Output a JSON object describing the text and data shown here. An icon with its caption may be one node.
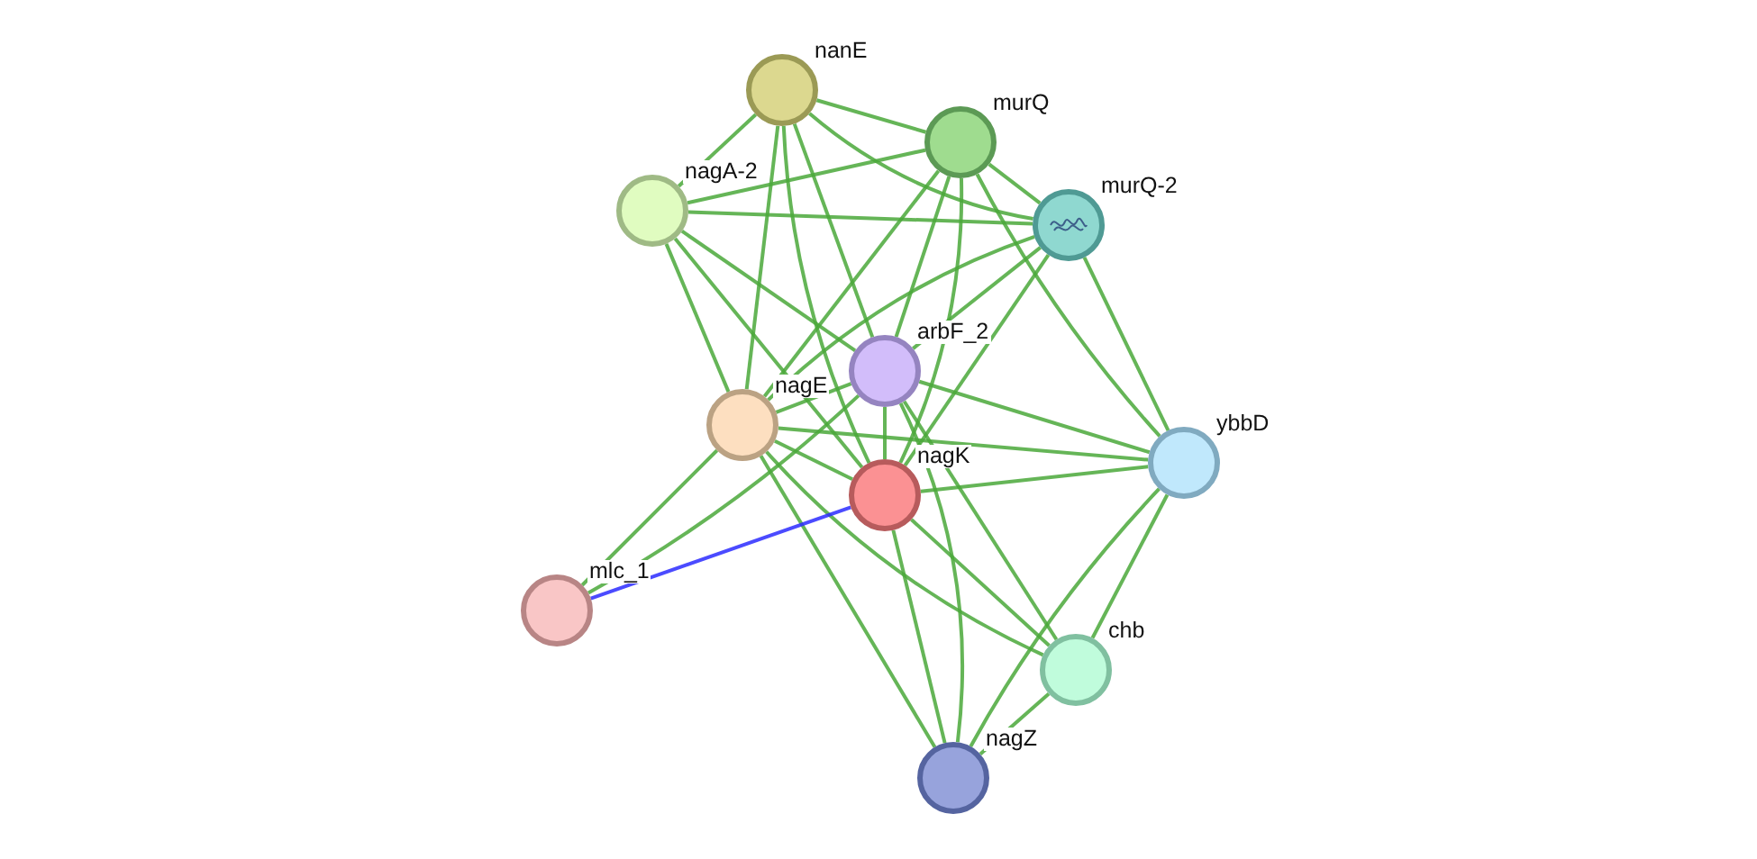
{
  "diagram": {
    "nodes": [
      {
        "text": [],
        "shape": "circle",
        "beside": [
          "nanE"
        ]
      },
      {
        "text": [],
        "shape": "circle",
        "beside": [
          "murQ"
        ]
      },
      {
        "text": [],
        "shape": "circle",
        "beside": [
          "nagA-2"
        ]
      },
      {
        "text": [],
        "shape": "circle",
        "beside": [
          "murQ-2"
        ]
      },
      {
        "text": [],
        "shape": "circle",
        "beside": [
          "arbF_2"
        ]
      },
      {
        "text": [],
        "shape": "circle",
        "beside": [
          "nagE"
        ]
      },
      {
        "text": [],
        "shape": "circle",
        "beside": [
          "nagK"
        ]
      },
      {
        "text": [],
        "shape": "circle",
        "beside": [
          "ybbD"
        ]
      },
      {
        "text": [],
        "shape": "circle",
        "beside": [
          "mlc_1"
        ]
      },
      {
        "text": [],
        "shape": "circle",
        "beside": [
          "chb"
        ]
      },
      {
        "text": [],
        "shape": "circle",
        "beside": [
          "nagZ"
        ]
      }
    ],
    "edges": [
      {
        "from": 0,
        "to": 1,
        "arrow": "none"
      },
      {
        "from": 0,
        "to": 2,
        "arrow": "none"
      },
      {
        "from": 0,
        "to": 3,
        "arrow": "none"
      },
      {
        "from": 0,
        "to": 4,
        "arrow": "none"
      },
      {
        "from": 0,
        "to": 5,
        "arrow": "none"
      },
      {
        "from": 0,
        "to": 6,
        "arrow": "none"
      },
      {
        "from": 1,
        "to": 2,
        "arrow": "none"
      },
      {
        "from": 1,
        "to": 3,
        "arrow": "none"
      },
      {
        "from": 1,
        "to": 4,
        "arrow": "none"
      },
      {
        "from": 1,
        "to": 5,
        "arrow": "none"
      },
      {
        "from": 1,
        "to": 6,
        "arrow": "none"
      },
      {
        "from": 1,
        "to": 7,
        "arrow": "none"
      },
      {
        "from": 2,
        "to": 3,
        "arrow": "none"
      },
      {
        "from": 2,
        "to": 4,
        "arrow": "none"
      },
      {
        "from": 2,
        "to": 5,
        "arrow": "none"
      },
      {
        "from": 2,
        "to": 6,
        "arrow": "none"
      },
      {
        "from": 3,
        "to": 4,
        "arrow": "none"
      },
      {
        "from": 3,
        "to": 5,
        "arrow": "none"
      },
      {
        "from": 3,
        "to": 6,
        "arrow": "none"
      },
      {
        "from": 3,
        "to": 7,
        "arrow": "none"
      },
      {
        "from": 4,
        "to": 5,
        "arrow": "none"
      },
      {
        "from": 4,
        "to": 6,
        "arrow": "none"
      },
      {
        "from": 4,
        "to": 7,
        "arrow": "none"
      },
      {
        "from": 4,
        "to": 8,
        "arrow": "none"
      },
      {
        "from": 4,
        "to": 9,
        "arrow": "none"
      },
      {
        "from": 4,
        "to": 10,
        "arrow": "none"
      },
      {
        "from": 5,
        "to": 6,
        "arrow": "none"
      },
      {
        "from": 5,
        "to": 7,
        "arrow": "none"
      },
      {
        "from": 5,
        "to": 8,
        "arrow": "none"
      },
      {
        "from": 5,
        "to": 9,
        "arrow": "none"
      },
      {
        "from": 5,
        "to": 10,
        "arrow": "none"
      },
      {
        "from": 6,
        "to": 7,
        "arrow": "none"
      },
      {
        "from": 6,
        "to": 8,
        "arrow": "none",
        "color": "#2b2bff"
      },
      {
        "from": 6,
        "to": 9,
        "arrow": "none"
      },
      {
        "from": 6,
        "to": 10,
        "arrow": "none"
      },
      {
        "from": 7,
        "to": 9,
        "arrow": "none"
      },
      {
        "from": 7,
        "to": 10,
        "arrow": "none"
      },
      {
        "from": 9,
        "to": 10,
        "arrow": "none"
      }
    ]
  }
}
